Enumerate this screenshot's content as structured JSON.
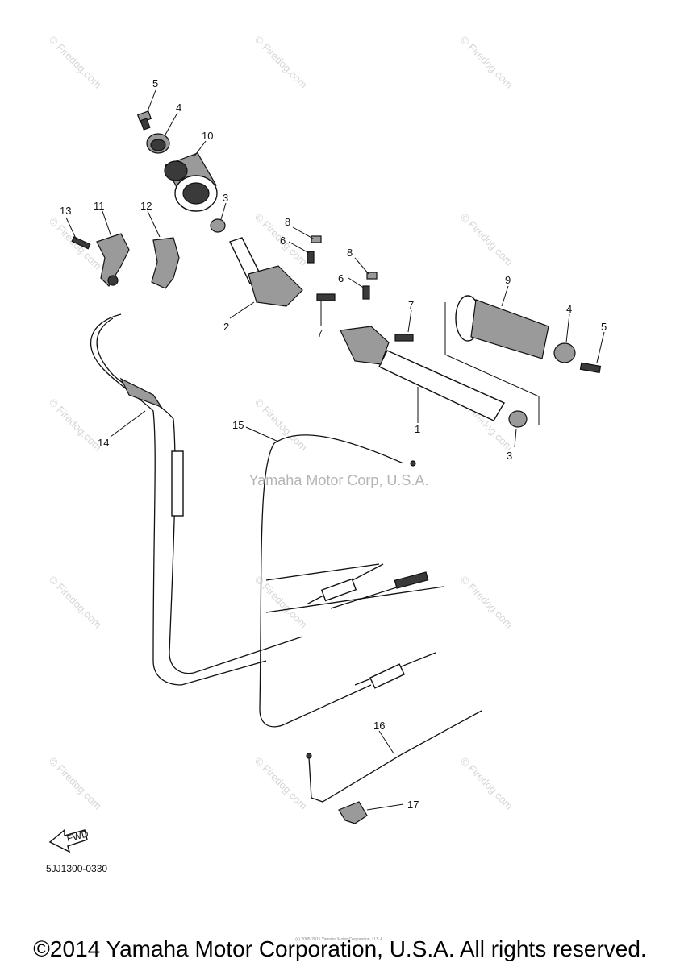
{
  "watermark": {
    "site": "Firedog.com",
    "copyright_symbol": "©"
  },
  "center_watermark": "Yamaha Motor Corp, U.S.A.",
  "fwd_label": "FWD",
  "diagram_code": "5JJ1300-0330",
  "small_credit": "(c) 2005-2015 Yamaha Motor Corporation, U.S.A.",
  "footer": "©2014 Yamaha Motor Corporation, U.S.A. All rights reserved.",
  "callouts": [
    {
      "id": "c5a",
      "label": "5"
    },
    {
      "id": "c4a",
      "label": "4"
    },
    {
      "id": "c10",
      "label": "10"
    },
    {
      "id": "c3a",
      "label": "3"
    },
    {
      "id": "c13",
      "label": "13"
    },
    {
      "id": "c11",
      "label": "11"
    },
    {
      "id": "c12",
      "label": "12"
    },
    {
      "id": "c8a",
      "label": "8"
    },
    {
      "id": "c6a",
      "label": "6"
    },
    {
      "id": "c8b",
      "label": "8"
    },
    {
      "id": "c6b",
      "label": "6"
    },
    {
      "id": "c2",
      "label": "2"
    },
    {
      "id": "c7a",
      "label": "7"
    },
    {
      "id": "c7b",
      "label": "7"
    },
    {
      "id": "c9",
      "label": "9"
    },
    {
      "id": "c4b",
      "label": "4"
    },
    {
      "id": "c5b",
      "label": "5"
    },
    {
      "id": "c1",
      "label": "1"
    },
    {
      "id": "c3b",
      "label": "3"
    },
    {
      "id": "c14",
      "label": "14"
    },
    {
      "id": "c15",
      "label": "15"
    },
    {
      "id": "c16",
      "label": "16"
    },
    {
      "id": "c17",
      "label": "17"
    }
  ]
}
